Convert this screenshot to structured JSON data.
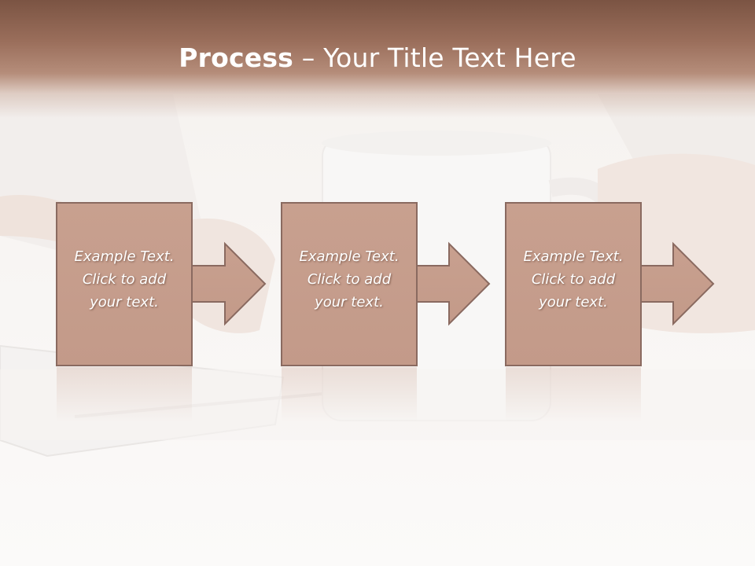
{
  "slide": {
    "title_bold": "Process",
    "title_rest": " – Your Title Text Here"
  },
  "steps": [
    {
      "text": "Example Text.\nClick  to add\nyour text."
    },
    {
      "text": "Example Text.\nClick  to add\nyour text."
    },
    {
      "text": "Example Text.\nClick  to add\nyour text."
    }
  ],
  "colors": {
    "header": "#8f6452",
    "box_fill": "#c9a190",
    "box_border": "#8a6a60",
    "text": "#ffffff"
  }
}
